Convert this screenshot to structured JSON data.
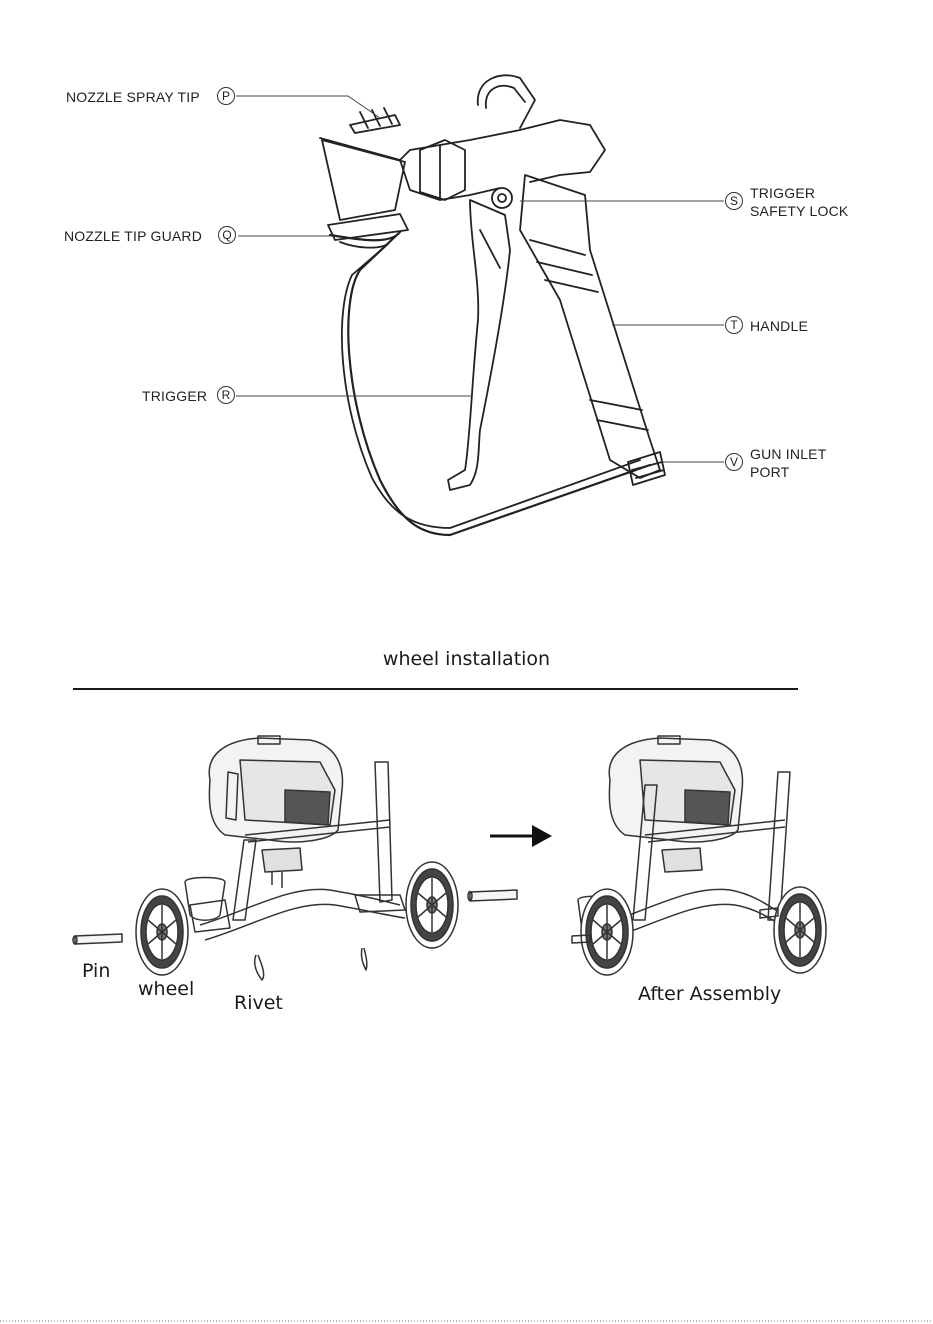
{
  "gun_diagram": {
    "callouts": [
      {
        "id": "P",
        "label": "NOZZLE SPRAY TIP"
      },
      {
        "id": "Q",
        "label": "NOZZLE TIP GUARD"
      },
      {
        "id": "R",
        "label": "TRIGGER"
      },
      {
        "id": "S",
        "label_line1": "TRIGGER",
        "label_line2": "SAFETY LOCK"
      },
      {
        "id": "T",
        "label": "HANDLE"
      },
      {
        "id": "V",
        "label_line1": "GUN INLET",
        "label_line2": "PORT"
      }
    ]
  },
  "wheel_section": {
    "title": "wheel installation",
    "parts": {
      "pin": "Pin",
      "wheel": "wheel",
      "rivet": "Rivet",
      "after": "After Assembly"
    }
  }
}
